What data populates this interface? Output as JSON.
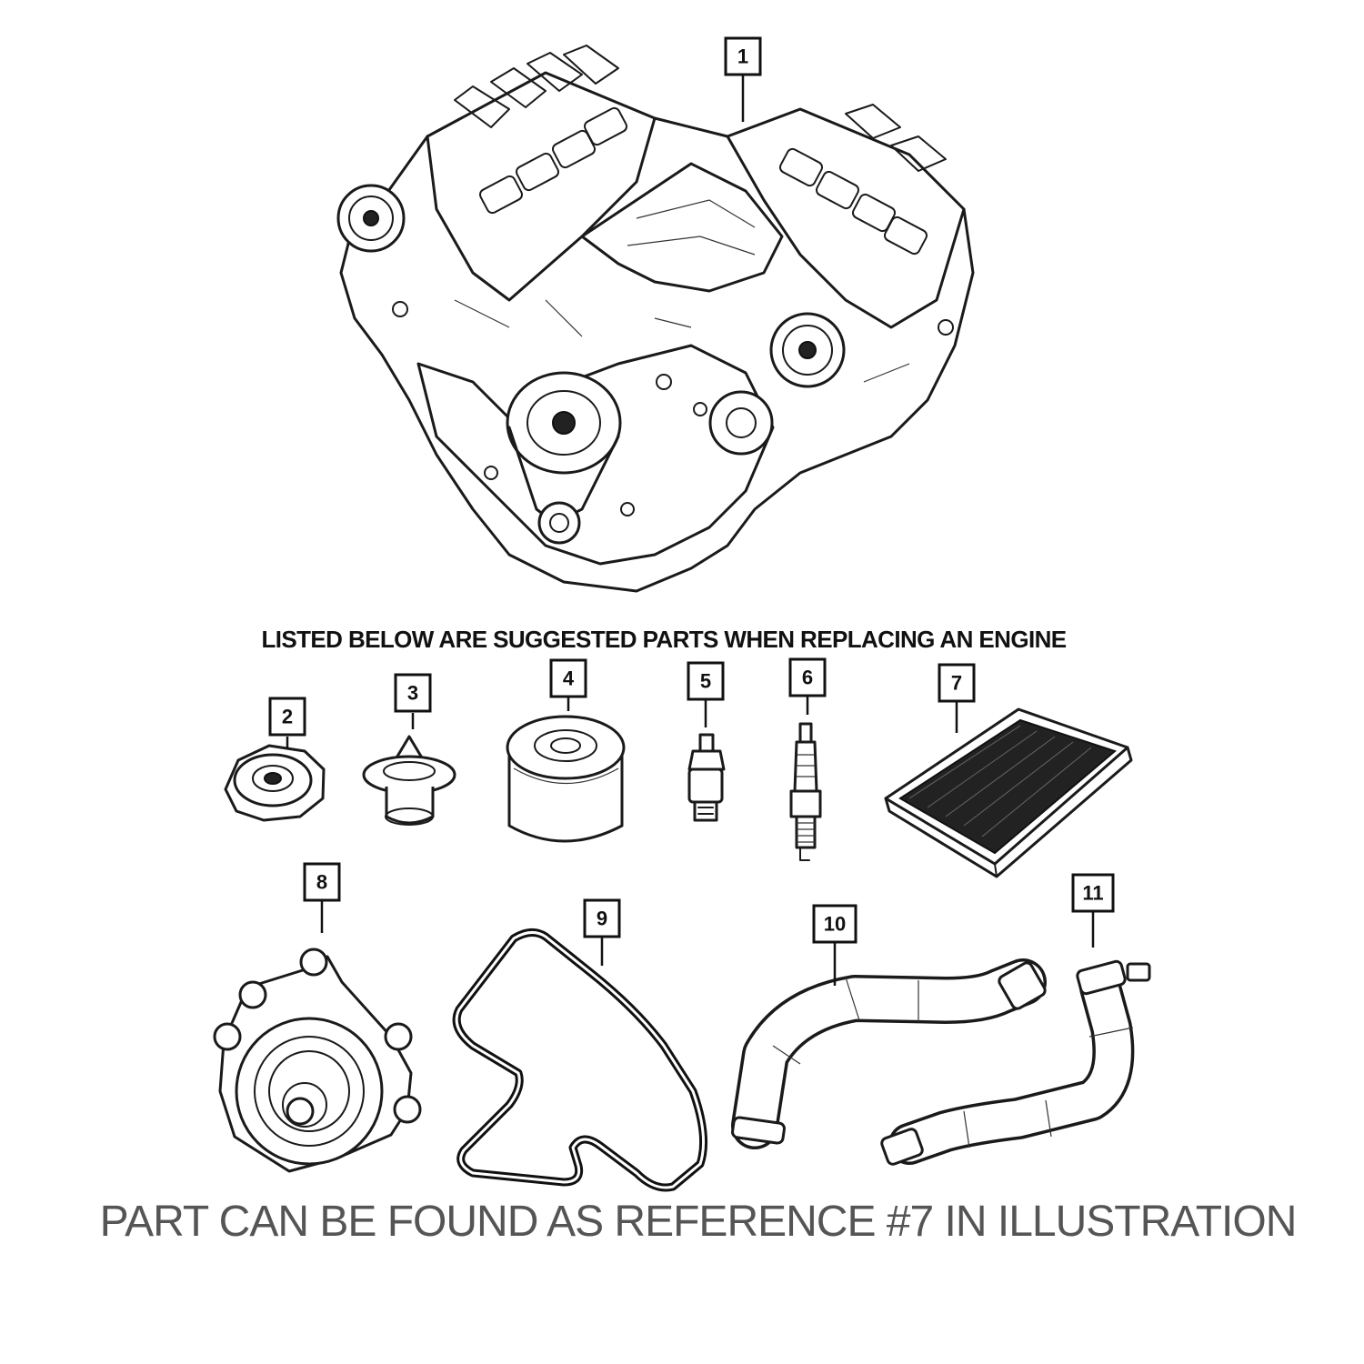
{
  "heading": "LISTED BELOW ARE SUGGESTED PARTS WHEN REPLACING AN ENGINE",
  "footer": "PART CAN BE FOUND AS REFERENCE #7 IN ILLUSTRATION",
  "callouts": {
    "c1": "1",
    "c2": "2",
    "c3": "3",
    "c4": "4",
    "c5": "5",
    "c6": "6",
    "c7": "7",
    "c8": "8",
    "c9": "9",
    "c10": "10",
    "c11": "11"
  },
  "parts": [
    {
      "ref": "1",
      "icon": "engine-block-icon"
    },
    {
      "ref": "2",
      "icon": "radiator-cap-icon"
    },
    {
      "ref": "3",
      "icon": "thermostat-icon"
    },
    {
      "ref": "4",
      "icon": "oil-filter-icon"
    },
    {
      "ref": "5",
      "icon": "sensor-icon"
    },
    {
      "ref": "6",
      "icon": "spark-plug-icon"
    },
    {
      "ref": "7",
      "icon": "air-filter-icon"
    },
    {
      "ref": "8",
      "icon": "water-pump-icon"
    },
    {
      "ref": "9",
      "icon": "serpentine-belt-icon"
    },
    {
      "ref": "10",
      "icon": "radiator-hose-icon"
    },
    {
      "ref": "11",
      "icon": "radiator-hose-icon"
    }
  ]
}
